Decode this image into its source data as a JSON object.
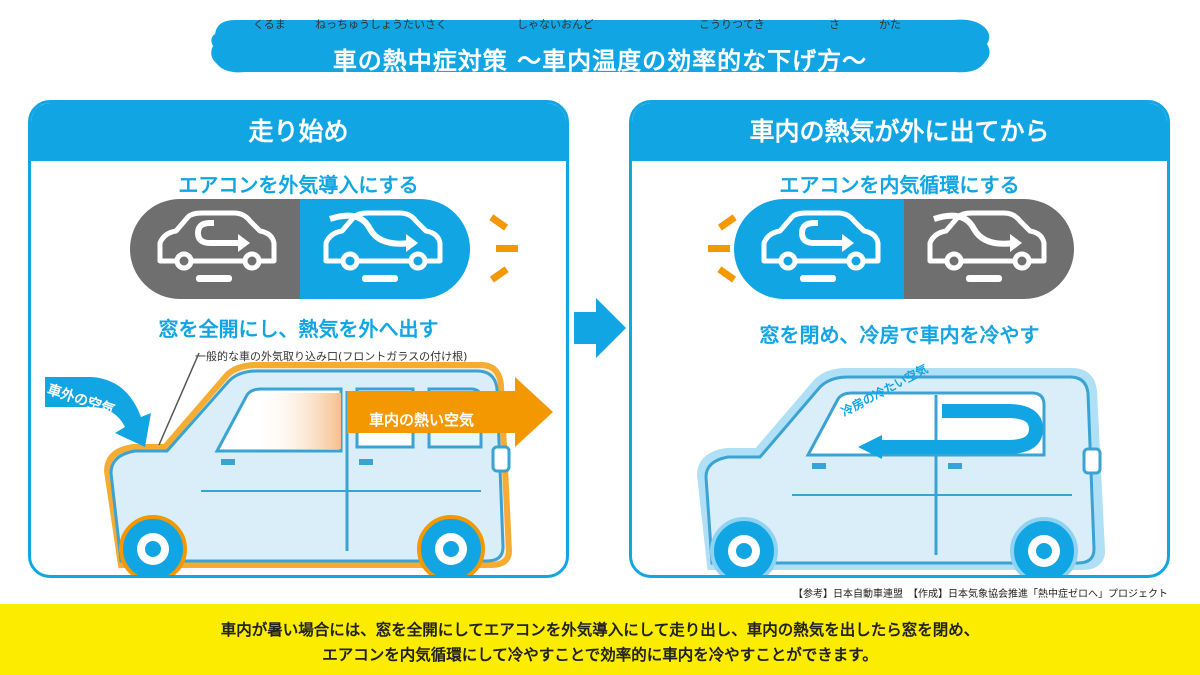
{
  "title": {
    "text": "車の熱中症対策 ～車内温度の効率的な下げ方～",
    "ruby": [
      "くるま",
      "ねっちゅうしょうたいさく",
      "しゃないおんど",
      "こうりつてき",
      "さ",
      "かた"
    ]
  },
  "left_panel": {
    "header": "走り始め",
    "aircon_instruction": "エアコンを外気導入にする",
    "window_instruction": "窓を全開にし、熱気を外へ出す",
    "intake_note": "一般的な車の外気取り込み口(フロントガラスの付け根)",
    "outside_air_label": "車外の空気",
    "hot_air_label": "車内の熱い空気"
  },
  "right_panel": {
    "header": "車内の熱気が外に出てから",
    "aircon_instruction": "エアコンを内気循環にする",
    "window_instruction": "窓を閉め、冷房で車内を冷やす",
    "cool_air_label": "冷房の冷たい空気"
  },
  "icons": {
    "recirculation": "car-recirculation-icon",
    "fresh_air": "car-fresh-air-icon",
    "arrow": "right-arrow-icon"
  },
  "colors": {
    "primary_blue": "#11a6e3",
    "orange": "#f39800",
    "gray": "#6f6f6f",
    "yellow": "#fcec00"
  },
  "credit": "【参考】日本自動車連盟　【作成】日本気象協会推進「熱中症ゼロへ」プロジェクト",
  "summary": {
    "line1": "車内が暑い場合には、窓を全開にしてエアコンを外気導入にして走り出し、車内の熱気を出したら窓を閉め、",
    "line2": "エアコンを内気循環にして冷やすことで効率的に車内を冷やすことができます。"
  }
}
